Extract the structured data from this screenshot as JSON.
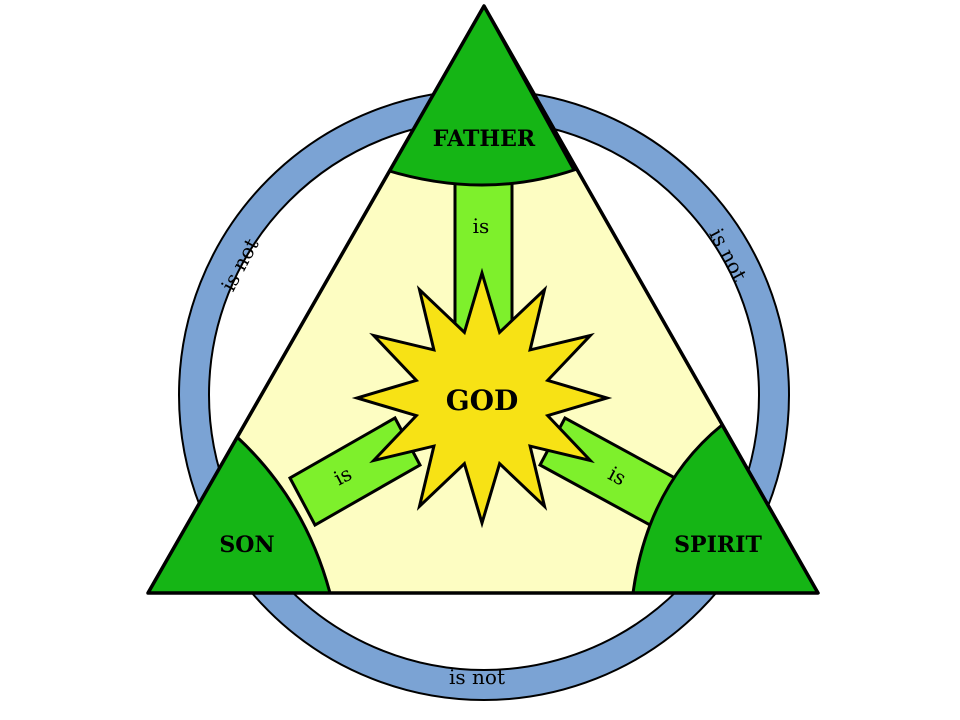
{
  "diagram": {
    "center": {
      "label": "GOD"
    },
    "nodes": [
      {
        "id": "father",
        "label": "FATHER"
      },
      {
        "id": "son",
        "label": "SON"
      },
      {
        "id": "spirit",
        "label": "SPIRIT"
      }
    ],
    "is_relations": [
      {
        "from": "father",
        "to": "god",
        "label": "is"
      },
      {
        "from": "son",
        "to": "god",
        "label": "is"
      },
      {
        "from": "spirit",
        "to": "god",
        "label": "is"
      }
    ],
    "is_not_relations": [
      {
        "between": [
          "father",
          "son"
        ],
        "label": "is not"
      },
      {
        "between": [
          "father",
          "spirit"
        ],
        "label": "is not"
      },
      {
        "between": [
          "son",
          "spirit"
        ],
        "label": "is not"
      }
    ]
  },
  "colors": {
    "ring": "#7ba3d4",
    "triangle_fill": "#fdfdc2",
    "corner_green": "#15b515",
    "connector_green": "#7ef02c",
    "star_yellow": "#f7e215",
    "outline": "#000000"
  }
}
